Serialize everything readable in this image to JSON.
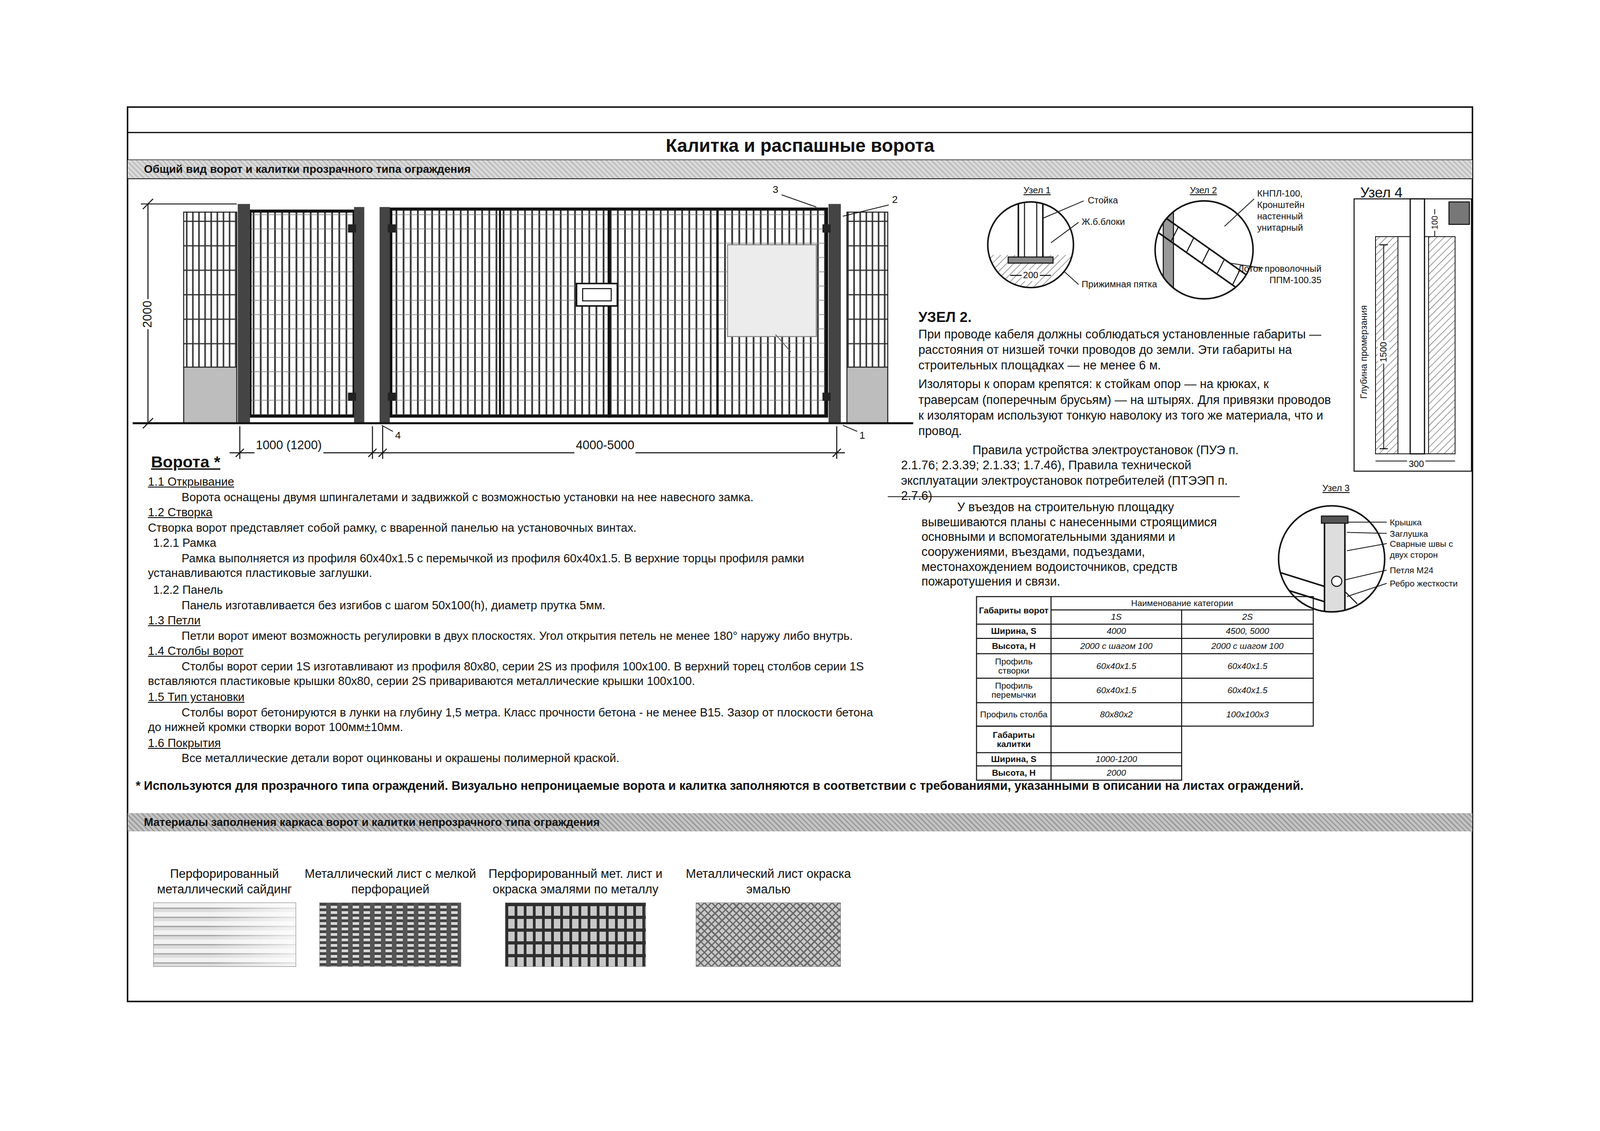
{
  "diagram": {
    "title": "Калитка и распашные ворота",
    "nodes": [
      {
        "text": [
          "Общий вид ворот и калитки прозрачного типа ограждения"
        ]
      },
      {
        "text": [
          "Материалы заполнения каркаса ворот и калитки непрозрачного типа ограждения"
        ]
      },
      {
        "text": [
          "Перфорированный металлический сайдинг"
        ]
      },
      {
        "text": [
          "Металлический лист с мелкой перфорацией"
        ]
      },
      {
        "text": [
          "Перфорированный мет. лист и окраска эмалями по металлу"
        ]
      },
      {
        "text": [
          "Металлический лист окраска эмалью"
        ]
      }
    ],
    "labels": [
      "2000",
      "1000 (1200)",
      "4000-5000",
      "3",
      "2",
      "4",
      "1",
      "Узел 1",
      "Стойка",
      "Ж.б.блоки",
      "200",
      "Прижимная пятка",
      "Узел 2",
      "КНПЛ-100, Кронштейн настенный унитарный",
      "Лоток проволочный ППМ-100.35",
      "Узел 4",
      "100",
      "1500",
      "Глубина промерзания",
      "300",
      "УЗЕЛ 2.",
      "При проводе кабеля должны соблюдаться установленные габариты — расстояния от низшей точки проводов до земли. Эти габариты на строительных площадках — не менее 6 м.",
      "Изоляторы к опорам крепятся: к стойкам опор — на крюках, к траверсам (поперечным брусьям) — на штырях. Для привязки проводов к изоляторам используют тонкую наволоку из того же материала, что и провод.",
      "Правила устройства электроустановок (ПУЭ п. 2.1.76; 2.3.39; 2.1.33; 1.7.46), Правила технической эксплуатации электроустановок потребителей (ПТЭЭП п. 2.7.6)",
      "У въездов на строительную площадку вывешиваются планы с нанесенными строящимися основными и вспомогательными зданиями и сооружениями, въездами, подъездами, местонахождением водоисточников, средств пожаротушения и связи.",
      "Узел 3",
      "Крышка",
      "Заглушка",
      "Сварные швы с двух сторон",
      "Петля М24",
      "Ребро жесткости",
      "Габариты ворот",
      "Наименование категории",
      "1S",
      "2S",
      "Ширина, S",
      "4000",
      "4500, 5000",
      "Высота, Н",
      "2000 с шагом 100",
      "2000 с шагом 100",
      "Профиль створки",
      "60х40х1.5",
      "60х40х1.5",
      "Профиль перемычки",
      "60х40х1.5",
      "60х40х1.5",
      "Профиль столба",
      "80х80х2",
      "100х100х3",
      "Габариты калитки",
      "Ширина, S",
      "1000-1200",
      "Высота, Н",
      "2000",
      "Ворота *",
      "1.1 Открывание",
      "Ворота оснащены двумя шпингалетами и задвижкой с возможностью установки на нее навесного замка.",
      "1.2 Створка",
      "Створка ворот представляет собой рамку, с вваренной панелью на установочных винтах.",
      "1.2.1 Рамка",
      "Рамка выполняется из профиля 60х40х1.5 с перемычкой из профиля 60х40х1.5. В верхние торцы профиля рамки устанавливаются пластиковые заглушки.",
      "1.2.2 Панель",
      "Панель изготавливается без изгибов с шагом 50х100(h), диаметр прутка 5мм.",
      "1.3 Петли",
      "Петли ворот имеют возможность регулировки в двух плоскостях. Угол открытия петель не менее 180° наружу либо внутрь.",
      "1.4 Столбы ворот",
      "Столбы ворот серии 1S изготавливают из профиля 80х80, серии 2S из профиля 100х100. В верхний торец столбов серии 1S вставляются пластиковые крышки 80х80, серии 2S привариваются металлические крышки 100х100.",
      "1.5 Тип установки",
      "Столбы ворот бетонируются в лунки на глубину 1,5 метра. Класс прочности бетона - не менее В15. Зазор от плоскости бетона до нижней кромки створки ворот 100мм±10мм.",
      "1.6 Покрытия",
      "Все металлические детали ворот оцинкованы и окрашены полимерной краской.",
      "* Используются для прозрачного типа ограждений. Визуально непроницаемые ворота и калитка заполняются в соответствии с требованиями, указанными в описании на листах ограждений."
    ]
  }
}
